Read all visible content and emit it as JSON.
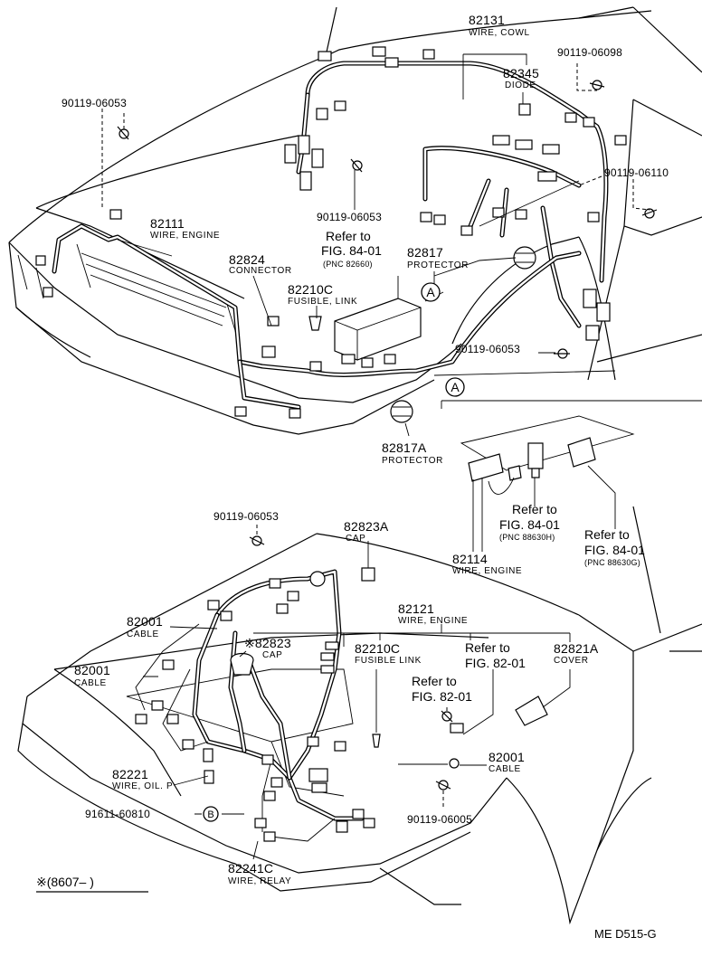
{
  "diagram_code": "ME  D515-G",
  "footnote": "※(8607–       )",
  "top_parts": [
    {
      "id": "p82131",
      "number": "82131",
      "desc": "WIRE, COWL"
    },
    {
      "id": "p82345",
      "number": "82345",
      "desc": "DIODE"
    },
    {
      "id": "p9011906098",
      "number": "90119-06098"
    },
    {
      "id": "p9011906053a",
      "number": "90119-06053"
    },
    {
      "id": "p9011906110",
      "number": "90119-06110"
    },
    {
      "id": "p9011906053b",
      "number": "90119-06053"
    },
    {
      "id": "p82111",
      "number": "82111",
      "desc": "WIRE, ENGINE"
    },
    {
      "id": "p82824",
      "number": "82824",
      "desc": "CONNECTOR"
    },
    {
      "id": "p82817",
      "number": "82817",
      "desc": "PROTECTOR"
    },
    {
      "id": "p82210Ca",
      "number": "82210C",
      "desc": "FUSIBLE, LINK"
    },
    {
      "id": "p9011906053c",
      "number": "90119-06053"
    },
    {
      "id": "p82817A",
      "number": "82817A",
      "desc": "PROTECTOR"
    }
  ],
  "inset_parts": [
    {
      "id": "p82114",
      "number": "82114",
      "desc": "WIRE, ENGINE"
    }
  ],
  "bottom_parts": [
    {
      "id": "p9011906053d",
      "number": "90119-06053"
    },
    {
      "id": "p82823A",
      "number": "82823A",
      "desc": "CAP"
    },
    {
      "id": "p82001a",
      "number": "82001",
      "desc": "CABLE"
    },
    {
      "id": "p82121",
      "number": "82121",
      "desc": "WIRE, ENGINE"
    },
    {
      "id": "p82823",
      "number": "※82823",
      "desc": "CAP"
    },
    {
      "id": "p82210Cb",
      "number": "82210C",
      "desc": "FUSIBLE LINK"
    },
    {
      "id": "p82821A",
      "number": "82821A",
      "desc": "COVER"
    },
    {
      "id": "p82001b",
      "number": "82001",
      "desc": "CABLE"
    },
    {
      "id": "p82001c",
      "number": "82001",
      "desc": "CABLE"
    },
    {
      "id": "p82221",
      "number": "82221",
      "desc": "WIRE, OIL. P"
    },
    {
      "id": "p9161160810",
      "number": "91611-60810"
    },
    {
      "id": "p9011906005",
      "number": "90119-06005"
    },
    {
      "id": "p82241C",
      "number": "82241C",
      "desc": "WIRE, RELAY"
    }
  ],
  "references": [
    {
      "id": "ref1",
      "line1": "Refer to",
      "line2": "FIG. 84-01",
      "pnc": "(PNC 82660)"
    },
    {
      "id": "ref2",
      "line1": "Refer to",
      "line2": "FIG. 84-01",
      "pnc": "(PNC 88630H)"
    },
    {
      "id": "ref3",
      "line1": "Refer to",
      "line2": "FIG. 84-01",
      "pnc": "(PNC 88630G)"
    },
    {
      "id": "ref4",
      "line1": "Refer to",
      "line2": "FIG. 82-01"
    },
    {
      "id": "ref5",
      "line1": "Refer to",
      "line2": "FIG. 82-01"
    }
  ],
  "callouts": {
    "a": "A",
    "b": "B"
  }
}
